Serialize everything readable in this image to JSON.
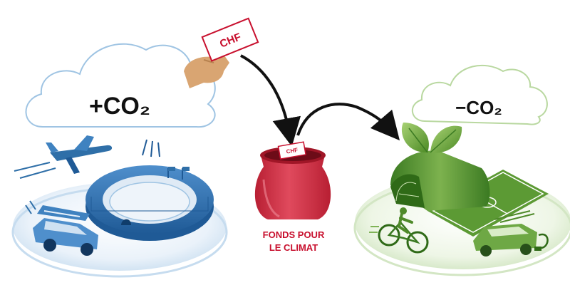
{
  "labels": {
    "co2_plus": "+CO₂",
    "co2_minus": "−CO₂",
    "chf_note": "CHF",
    "chf_pot": "CHF",
    "fund_line1": "FONDS POUR",
    "fund_line2": "LE CLIMAT"
  },
  "colors": {
    "brand_red": "#c8102e",
    "pot_red": "#d9364a",
    "cloud_blue_stroke": "#9fc4e3",
    "cloud_green_stroke": "#b9d8a0",
    "blue_dark": "#2f6fa8",
    "green_dark": "#4f8a2a"
  }
}
